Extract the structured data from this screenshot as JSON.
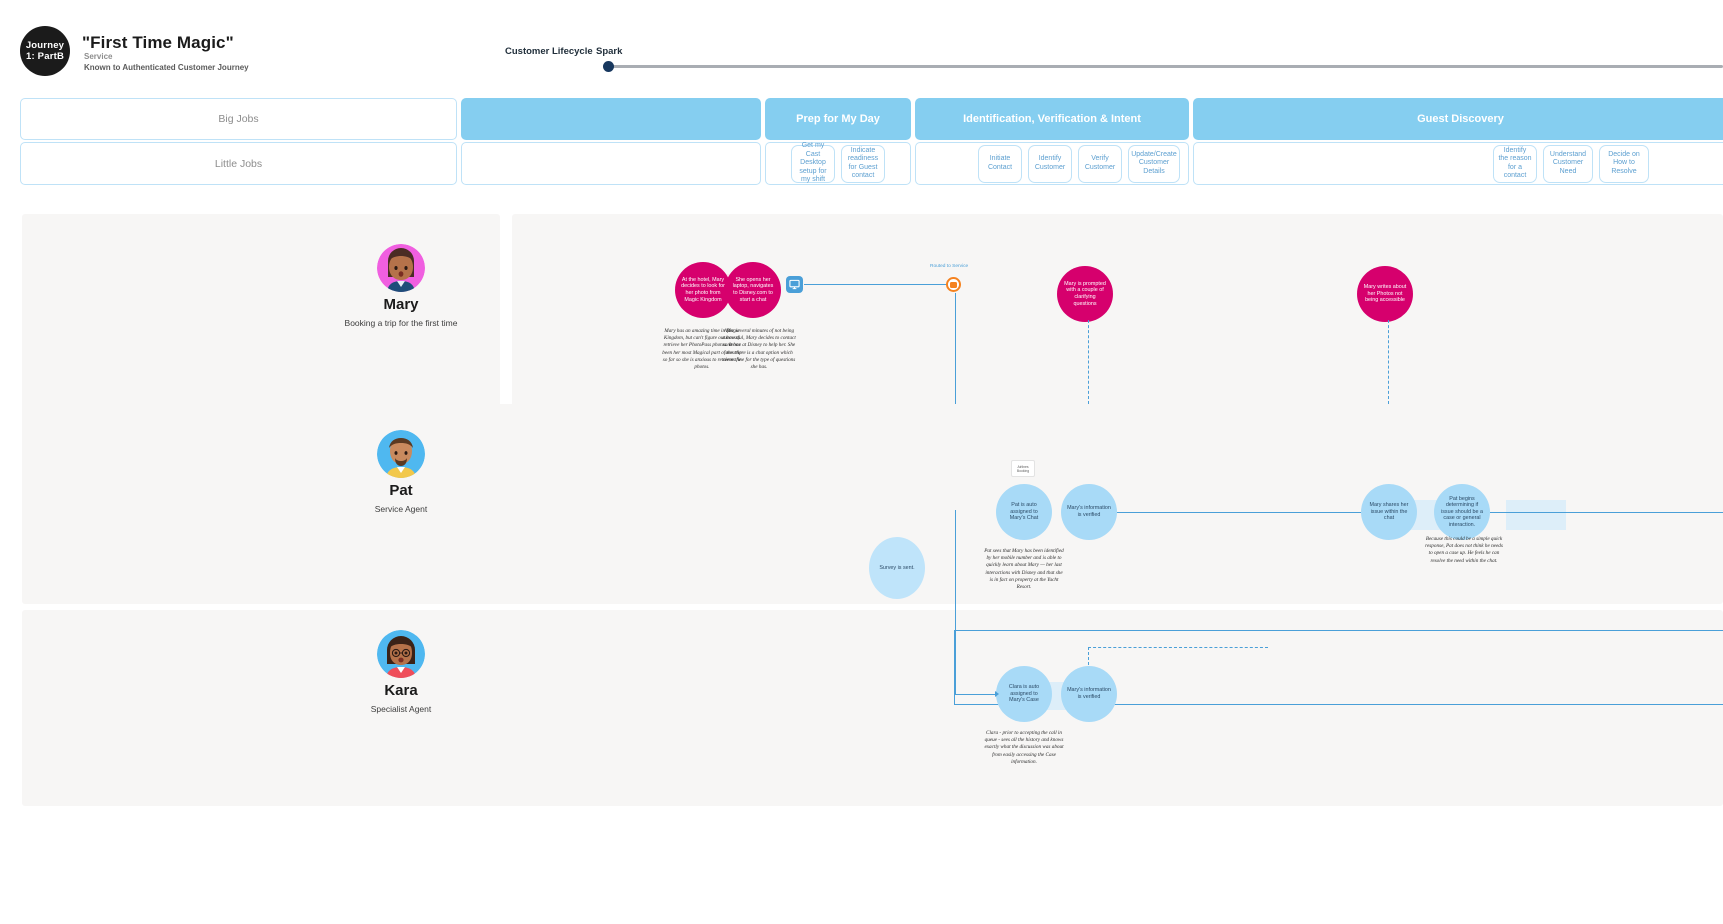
{
  "header": {
    "badge_line1": "Journey",
    "badge_line2": "1: PartB",
    "title": "\"First Time Magic\"",
    "subtitle1": "Service",
    "subtitle2": "Known to Authenticated Customer Journey"
  },
  "lifecycle": {
    "label": "Customer Lifecycle",
    "stage": "Spark",
    "accent": "#17375e",
    "track_color": "#a9adb3"
  },
  "jobs": {
    "big_label": "Big Jobs",
    "little_label": "Little Jobs",
    "stages": [
      {
        "title": "",
        "tasks": []
      },
      {
        "title": "Prep for My Day",
        "tasks": [
          "Get my Cast Desktop setup for my shift",
          "Indicate readiness for Guest contact"
        ]
      },
      {
        "title": "Identification, Verification & Intent",
        "tasks": [
          "Initiate Contact",
          "Identify Customer",
          "Verify Customer",
          "Update/Create Customer Details"
        ]
      },
      {
        "title": "Guest Discovery",
        "tasks": [
          "Identify the reason for a contact",
          "Understand Customer Need",
          "Decide on How to Resolve"
        ]
      }
    ],
    "blue": "#85cef0",
    "border": "#bfe2f7"
  },
  "lanes": [
    {
      "persona": {
        "name": "Mary",
        "role": "Booking a trip for the first time",
        "avatar": "mary-avatar"
      },
      "nodes": [
        {
          "text": "At the hotel, Mary decides to look for her photo from Magic Kingdom",
          "color": "pink"
        },
        {
          "text": "She opens her laptop, navigates to Disney.com to start a chat",
          "color": "pink"
        },
        {
          "text": "Mary is prompted with a couple of clarifying questions",
          "color": "pink"
        },
        {
          "text": "Mary writes about her Photos not being accessible",
          "color": "pink"
        }
      ],
      "notes": [
        "Mary has an amazing time in Magic Kingdom, but can't figure out how to retrieve her PhotoPass photos. It has been her most Magical part of the trip so far so she is anxious to retrieve the photos.",
        "After several minutes of not being successful, Mary decides to contact someone at Disney to help her. She sees there is a chat option which seems fine for the type of questions she has."
      ],
      "routed_label": "Routed to Service"
    },
    {
      "persona": {
        "name": "Pat",
        "role": "Service Agent",
        "avatar": "pat-avatar"
      },
      "standalone_node": "Survey is sent.",
      "minicard": "Airlines Booking",
      "nodes": [
        {
          "text": "Pat is auto assigned to Mary's Chat",
          "color": "blue"
        },
        {
          "text": "Mary's information is verified",
          "color": "blue"
        },
        {
          "text": "Mary shares her issue within the chat",
          "color": "blue"
        },
        {
          "text": "Pat begins determining if issue should be a case or general interaction.",
          "color": "blue"
        }
      ],
      "notes": [
        "Pat sees that Mary has been identified by her mobile number and is able to quickly learn about Mary — her last interactions with Disney and that she is in fact on property at the Yacht Resort.",
        "Because this could be a simple quick response, Pat does not think he needs to open a case up. He feels he can resolve the need within the chat."
      ]
    },
    {
      "persona": {
        "name": "Kara",
        "role": "Specialist Agent",
        "avatar": "kara-avatar"
      },
      "nodes": [
        {
          "text": "Clara is auto assigned to Mary's Case",
          "color": "blue"
        },
        {
          "text": "Mary's information is verified",
          "color": "blue"
        }
      ],
      "notes": [
        "Clara - prior to accepting the call in queue - sees all the history and knows exactly what the discussion was about from easily accessing the Case information."
      ]
    }
  ],
  "icons": {
    "channel_desktop": "desktop-icon",
    "channel_chat": "chat-ring-icon"
  },
  "colors": {
    "pink": "#d6006d",
    "blue_node": "#a8daf7",
    "line": "#4a9fd8",
    "lane_bg": "#f7f6f5"
  }
}
